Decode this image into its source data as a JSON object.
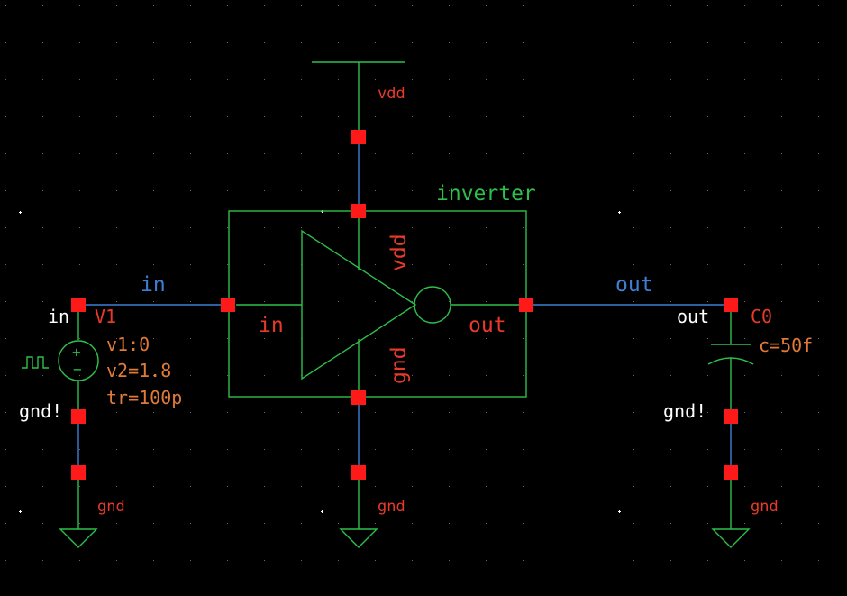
{
  "colors": {
    "background": "#000000",
    "device_line": "#2ebf4a",
    "net_wire": "#3e7fd6",
    "pin": "#ff1a1a",
    "red_label": "#e83a2a",
    "orange_label": "#e07a38",
    "white_label": "#ffffff",
    "blue_label": "#3e7fd6",
    "green_label": "#2ebf4a"
  },
  "instance": {
    "name": "inverter",
    "pins": {
      "vdd": "vdd",
      "gnd": "gnd",
      "in": "in",
      "out": "out"
    }
  },
  "supply": {
    "vdd_label": "vdd"
  },
  "nets": {
    "in": "in",
    "out": "out"
  },
  "source": {
    "name": "V1",
    "pin_top": "in",
    "pin_bottom": "gnd!",
    "params": [
      "v1:0",
      "v2=1.8",
      "tr=100p"
    ]
  },
  "capacitor": {
    "name": "C0",
    "pin_top": "out",
    "pin_bottom": "gnd!",
    "param": "c=50f"
  },
  "grounds": {
    "left": "gnd",
    "center": "gnd",
    "right": "gnd"
  }
}
